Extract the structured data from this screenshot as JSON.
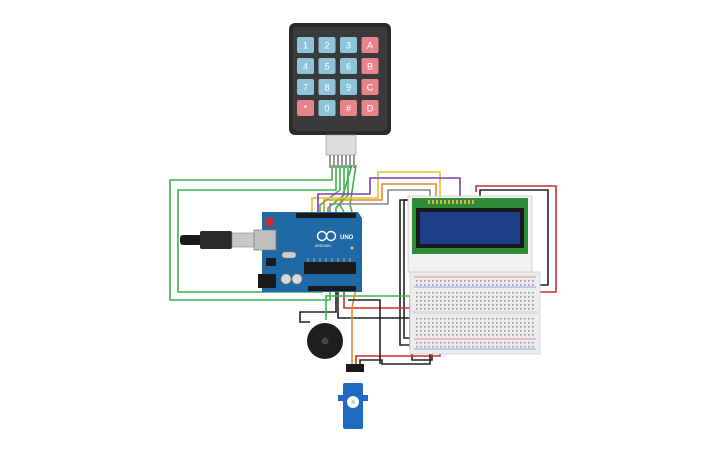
{
  "keypad": {
    "keys": [
      {
        "label": "1",
        "kind": "num"
      },
      {
        "label": "2",
        "kind": "num"
      },
      {
        "label": "3",
        "kind": "num"
      },
      {
        "label": "A",
        "kind": "letter"
      },
      {
        "label": "4",
        "kind": "num"
      },
      {
        "label": "5",
        "kind": "num"
      },
      {
        "label": "6",
        "kind": "num"
      },
      {
        "label": "B",
        "kind": "letter"
      },
      {
        "label": "7",
        "kind": "num"
      },
      {
        "label": "8",
        "kind": "num"
      },
      {
        "label": "9",
        "kind": "num"
      },
      {
        "label": "C",
        "kind": "letter"
      },
      {
        "label": "*",
        "kind": "letter"
      },
      {
        "label": "0",
        "kind": "num"
      },
      {
        "label": "#",
        "kind": "letter"
      },
      {
        "label": "D",
        "kind": "letter"
      }
    ],
    "colors": {
      "body": "#2b2b2b",
      "num_key": "#8fc3d9",
      "letter_key": "#e8838b",
      "key_text": "#ffffff"
    }
  },
  "arduino": {
    "logo_text": "ARDUINO",
    "model_text": "UNO",
    "board_color": "#1f6aa5"
  },
  "lcd": {
    "screen_color": "#1d3f8a",
    "frame_color": "#2e8b3a"
  },
  "wire_colors": {
    "green": "#3bb34a",
    "black": "#222222",
    "red": "#d22b2b",
    "yellow": "#e6c229",
    "purple": "#7b3fb5",
    "orange": "#e58a2b",
    "gray": "#888888"
  }
}
